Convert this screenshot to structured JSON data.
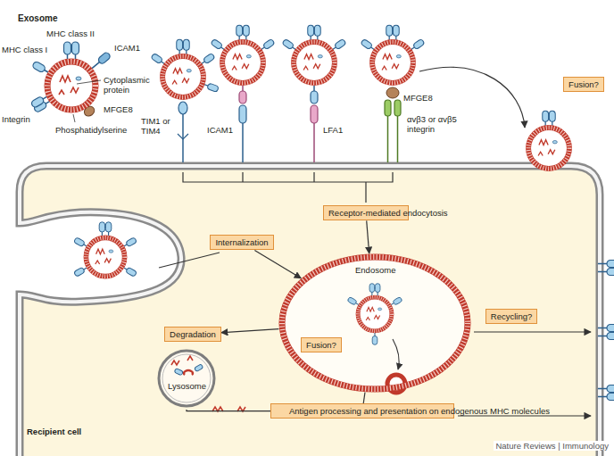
{
  "diagram": {
    "nodes": [
      {
        "text": [
          "Fusion?"
        ]
      },
      {
        "text": [
          "Recipient cell"
        ]
      },
      {
        "text": [
          "Receptor-mediated endocytosis"
        ],
        "in": 1
      },
      {
        "text": [
          "Internalization"
        ],
        "in": 1
      },
      {
        "text": [
          "Endosome"
        ],
        "in": 1
      },
      {
        "text": [
          "Fusion?"
        ],
        "in": 4
      },
      {
        "text": [
          "Recycling?"
        ],
        "in": 1
      },
      {
        "text": [
          "Degradation"
        ],
        "in": 1
      },
      {
        "text": [
          "Lysosome"
        ],
        "in": 1
      },
      {
        "text": [
          "Antigen processing and presentation on endogenous MHC molecules"
        ],
        "in": 1
      }
    ],
    "edges": [
      {
        "from": 2,
        "to": 4,
        "arrow": "to"
      },
      {
        "from": 3,
        "to": 4,
        "arrow": "to"
      },
      {
        "from": 4,
        "to": 7,
        "arrow": "to"
      },
      {
        "from": 8,
        "to": 9,
        "arrow": "none"
      },
      {
        "from": 4,
        "to": 9,
        "arrow": "none"
      }
    ],
    "labels": [
      "Exosome",
      "MHC class II",
      "MHC class I",
      "ICAM1",
      "Cytoplasmic protein",
      "Integrin",
      "MFGE8",
      "Phosphatidylserine",
      "TIM1 or TIM4",
      "ICAM1",
      "LFA1",
      "MFGE8",
      "αvβ3 or αvβ5 integrin",
      "Nature Reviews | Immunology"
    ]
  }
}
